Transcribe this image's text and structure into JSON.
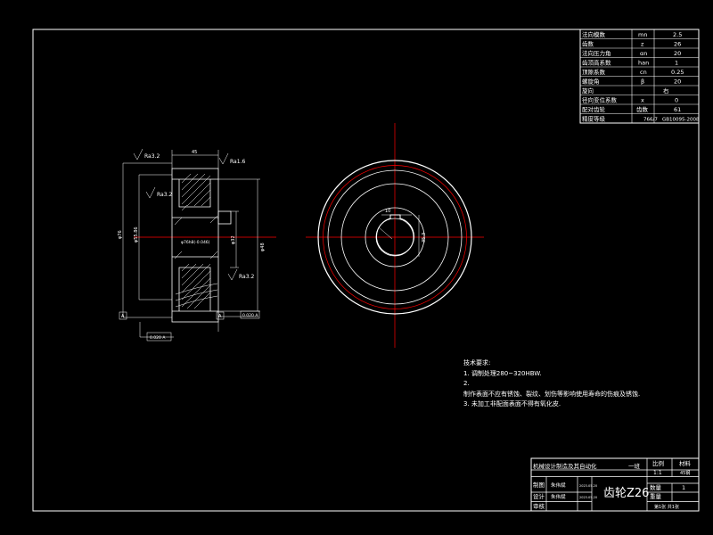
{
  "parameter_table": {
    "rows": [
      {
        "name": "法向模数",
        "symbol": "mn",
        "value": "2.5"
      },
      {
        "name": "齿数",
        "symbol": "z",
        "value": "26"
      },
      {
        "name": "法向压力角",
        "symbol": "αn",
        "value": "20"
      },
      {
        "name": "齿顶高系数",
        "symbol": "han",
        "value": "1"
      },
      {
        "name": "顶隙系数",
        "symbol": "cn",
        "value": "0.25"
      },
      {
        "name": "螺旋角",
        "symbol": "β",
        "value": "20"
      },
      {
        "name": "旋向",
        "symbol": "右",
        "value": ""
      },
      {
        "name": "径向变位系数",
        "symbol": "x",
        "value": "0"
      },
      {
        "name": "配对齿轮",
        "symbol": "齿数",
        "value": "61"
      },
      {
        "name": "精度等级",
        "symbol": "766/7",
        "value": "GB10095-2008"
      }
    ]
  },
  "section_view": {
    "roughness_labels": [
      "Ra3.2",
      "Ra1.6",
      "Ra3.2",
      "Ra3.2"
    ],
    "width_dim": "45",
    "tip_dia_dim": "φ76",
    "root_dia_dim": "φ55.86",
    "bore_dim": "φ32",
    "hub_dim": "φ48",
    "datum_left": "A",
    "datum_right": "A",
    "tol_bottom_left": "0.020 A",
    "tol_bottom_right": "0.020 A",
    "gear_note": "φ76h8(-0.046)"
  },
  "front_view": {
    "keyway_width": "10",
    "keyway_depth": "35.3"
  },
  "tech_requirements": {
    "heading": "技术要求:",
    "items": [
      "1. 调制处理280~320HBW.",
      "2.",
      "制作表面不应有锈蚀、裂纹、划伤等影响使用寿命的伤痕及锈蚀.",
      "3. 未加工非配面表面不得有氧化皮."
    ]
  },
  "title_block": {
    "project": "机械设计制造及其自动化",
    "class_label": "一班",
    "scale_header": "比例",
    "scale_value": "1:1",
    "material_header": "材料",
    "material_value": "45钢",
    "drawn_label": "制图",
    "drawn_name": "朱伟斌",
    "drawn_date": "2023.05.20",
    "design_label": "设计",
    "design_name": "朱伟斌",
    "design_date": "2023.05.20",
    "check_label": "审核",
    "drawing_title": "齿轮Z26",
    "qty_label": "数量",
    "qty_value": "1",
    "weight_label": "重量",
    "sheet_label": "第1张 共1张"
  },
  "colors": {
    "background": "#000000",
    "line": "#ffffff",
    "centerline": "#ff0000"
  }
}
